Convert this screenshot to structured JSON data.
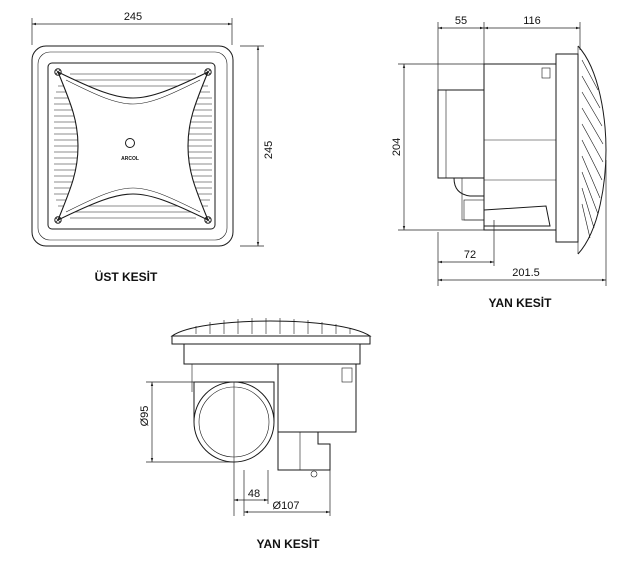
{
  "views": {
    "top": {
      "caption": "ÜST KESİT",
      "width_dim": "245",
      "height_dim": "245",
      "brand": "ARCOL"
    },
    "side_right": {
      "caption": "YAN KESİT",
      "dim_top_left": "55",
      "dim_top_right": "116",
      "dim_height": "204",
      "dim_bottom_small": "72",
      "dim_bottom_total": "201.5"
    },
    "side_bottom": {
      "caption": "YAN KESİT",
      "dim_diameter_duct": "Ø95",
      "dim_offset": "48",
      "dim_diameter_outer": "Ø107"
    }
  }
}
